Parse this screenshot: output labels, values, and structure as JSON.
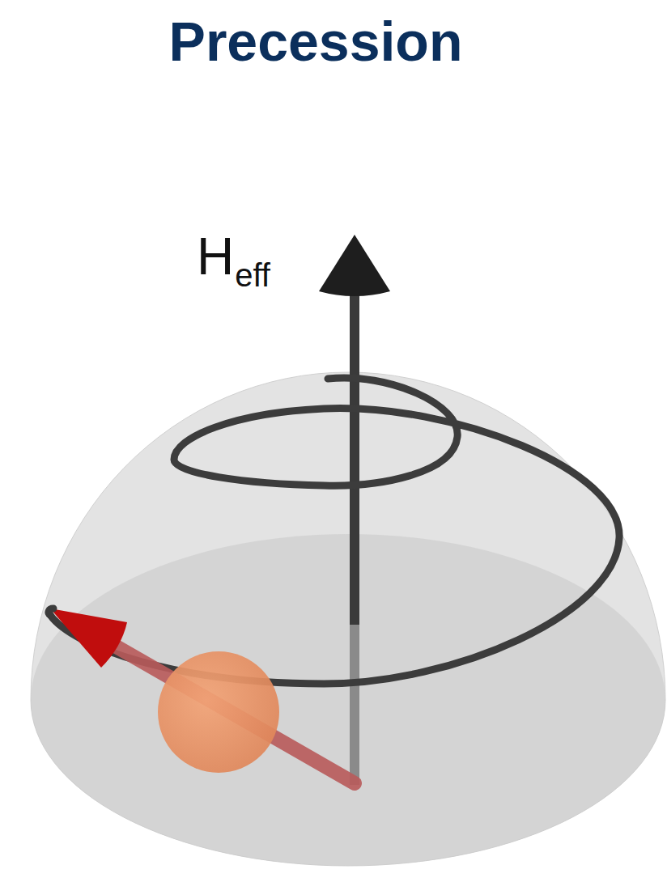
{
  "diagram": {
    "title": "Precession",
    "labels": [
      "H",
      "eff"
    ]
  }
}
